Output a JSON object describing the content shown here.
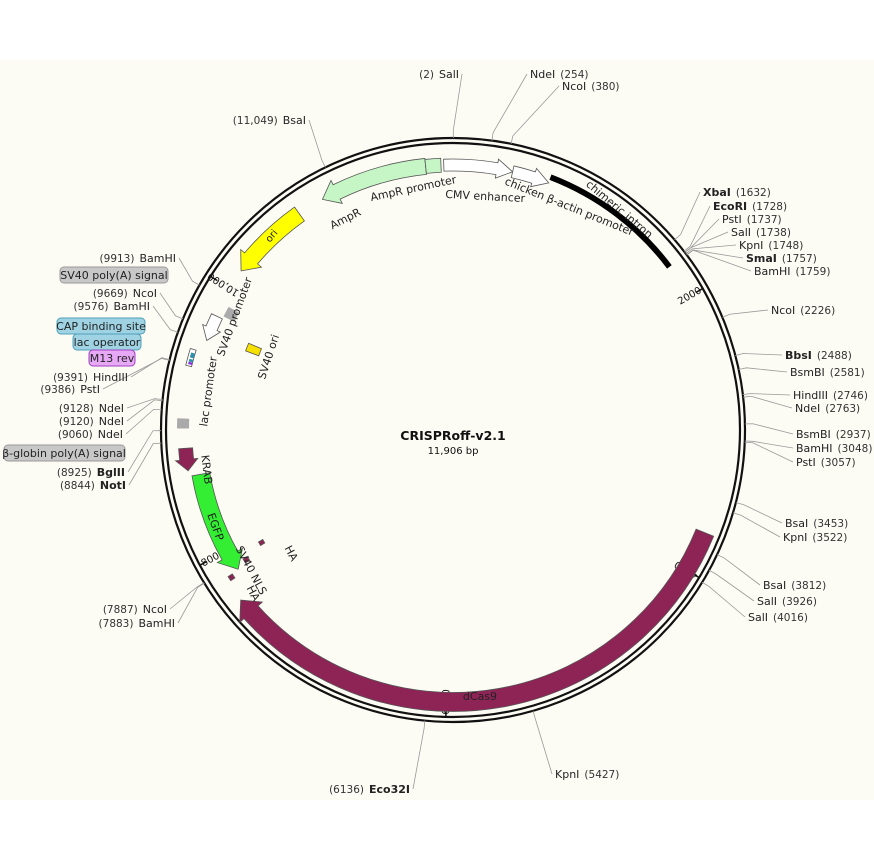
{
  "plasmid": {
    "name": "CRISPRoff-v2.1",
    "length_label": "11,906 bp",
    "length_bp": 11906
  },
  "ticks": [
    "2000",
    "4000",
    "6000",
    "8000",
    "10,000"
  ],
  "features": [
    {
      "name": "dCas9",
      "start": 3710,
      "end": 7650,
      "dir": 1,
      "color": "#8e2456"
    },
    {
      "name": "AmpR",
      "start": 10930,
      "end": 11710,
      "dir": -1,
      "color": "#c6f5c6"
    },
    {
      "name": "AmpR promoter",
      "start": 11710,
      "end": 11820,
      "dir": 0,
      "color": "#c6f5c6"
    },
    {
      "name": "CMV enhancer",
      "start": 11840,
      "end": 430,
      "dir": 1,
      "color": "#ffffff"
    },
    {
      "name": "chicken β-actin promoter",
      "start": 430,
      "end": 700,
      "dir": 1,
      "color": "#ffffff"
    },
    {
      "name": "chimeric intron",
      "start": 700,
      "end": 1750,
      "dir": 0,
      "color": "#000000"
    },
    {
      "name": "ori",
      "start": 10150,
      "end": 10735,
      "dir": -1,
      "color": "#ffff00"
    },
    {
      "name": "SV40 promoter",
      "start": 9590,
      "end": 9780,
      "dir": -1,
      "color": "#ffffff"
    },
    {
      "name": "SV40 ori",
      "start": 9620,
      "end": 9690,
      "dir": 0,
      "color": "#f5e000"
    },
    {
      "name": "lac promoter",
      "start": 9380,
      "end": 9500,
      "dir": 0,
      "color": "#ffffff"
    },
    {
      "name": "KRAB",
      "start": 8640,
      "end": 8800,
      "dir": -1,
      "color": "#8e2456"
    },
    {
      "name": "EGFP",
      "start": 7840,
      "end": 8600,
      "dir": -1,
      "color": "#33ee33"
    },
    {
      "name": "SV40 NLS",
      "start": 7850,
      "end": 7885,
      "dir": 0,
      "color": "#8e2456"
    },
    {
      "name": "HA",
      "start": 7800,
      "end": 7835,
      "dir": 0,
      "color": "#8e2456"
    },
    {
      "name": "HA",
      "start": 7905,
      "end": 7940,
      "dir": 0,
      "color": "#8e2456"
    }
  ],
  "boxed_features": [
    {
      "label": "SV40 poly(A) signal",
      "color": "#c8c8c8"
    },
    {
      "label": "CAP binding site",
      "color": "#9fd3e3"
    },
    {
      "label": "lac operator",
      "color": "#9fd3e3"
    },
    {
      "label": "M13 rev",
      "color": "#e7a8f5"
    },
    {
      "label": "β-globin poly(A) signal",
      "color": "#c8c8c8"
    }
  ],
  "sites": [
    {
      "name": "SalI",
      "pos": "(2)",
      "bp": 2
    },
    {
      "name": "NdeI",
      "pos": "(254)",
      "bp": 254
    },
    {
      "name": "NcoI",
      "pos": "(380)",
      "bp": 380
    },
    {
      "name": "BsaI",
      "pos": "(11,049)",
      "bp": 11049
    },
    {
      "name": "XbaI",
      "pos": "(1632)",
      "bp": 1632,
      "bold": true
    },
    {
      "name": "EcoRI",
      "pos": "(1728)",
      "bp": 1728,
      "bold": true
    },
    {
      "name": "PstI",
      "pos": "(1737)",
      "bp": 1737
    },
    {
      "name": "SalI",
      "pos": "(1738)",
      "bp": 1738
    },
    {
      "name": "KpnI",
      "pos": "(1748)",
      "bp": 1748
    },
    {
      "name": "SmaI",
      "pos": "(1757)",
      "bp": 1757,
      "bold": true
    },
    {
      "name": "BamHI",
      "pos": "(1759)",
      "bp": 1759
    },
    {
      "name": "NcoI",
      "pos": "(2226)",
      "bp": 2226
    },
    {
      "name": "BbsI",
      "pos": "(2488)",
      "bp": 2488,
      "bold": true
    },
    {
      "name": "BsmBI",
      "pos": "(2581)",
      "bp": 2581
    },
    {
      "name": "HindIII",
      "pos": "(2746)",
      "bp": 2746
    },
    {
      "name": "NdeI",
      "pos": "(2763)",
      "bp": 2763
    },
    {
      "name": "BsmBI",
      "pos": "(2937)",
      "bp": 2937
    },
    {
      "name": "BamHI",
      "pos": "(3048)",
      "bp": 3048
    },
    {
      "name": "PstI",
      "pos": "(3057)",
      "bp": 3057
    },
    {
      "name": "BsaI",
      "pos": "(3453)",
      "bp": 3453
    },
    {
      "name": "KpnI",
      "pos": "(3522)",
      "bp": 3522
    },
    {
      "name": "BsaI",
      "pos": "(3812)",
      "bp": 3812
    },
    {
      "name": "SalI",
      "pos": "(3926)",
      "bp": 3926
    },
    {
      "name": "SalI",
      "pos": "(4016)",
      "bp": 4016
    },
    {
      "name": "KpnI",
      "pos": "(5427)",
      "bp": 5427
    },
    {
      "name": "Eco32I",
      "pos": "(6136)",
      "bp": 6136,
      "bold": true
    },
    {
      "name": "NcoI",
      "pos": "(7887)",
      "bp": 7887
    },
    {
      "name": "BamHI",
      "pos": "(7883)",
      "bp": 7883
    },
    {
      "name": "NotI",
      "pos": "(8844)",
      "bp": 8844,
      "bold": true
    },
    {
      "name": "BglII",
      "pos": "(8925)",
      "bp": 8925,
      "bold": true
    },
    {
      "name": "NdeI",
      "pos": "(9060)",
      "bp": 9060
    },
    {
      "name": "NdeI",
      "pos": "(9120)",
      "bp": 9120
    },
    {
      "name": "NdeI",
      "pos": "(9128)",
      "bp": 9128
    },
    {
      "name": "PstI",
      "pos": "(9386)",
      "bp": 9386
    },
    {
      "name": "HindIII",
      "pos": "(9391)",
      "bp": 9391
    },
    {
      "name": "BamHI",
      "pos": "(9576)",
      "bp": 9576
    },
    {
      "name": "NcoI",
      "pos": "(9669)",
      "bp": 9669
    },
    {
      "name": "BamHI",
      "pos": "(9913)",
      "bp": 9913
    }
  ]
}
